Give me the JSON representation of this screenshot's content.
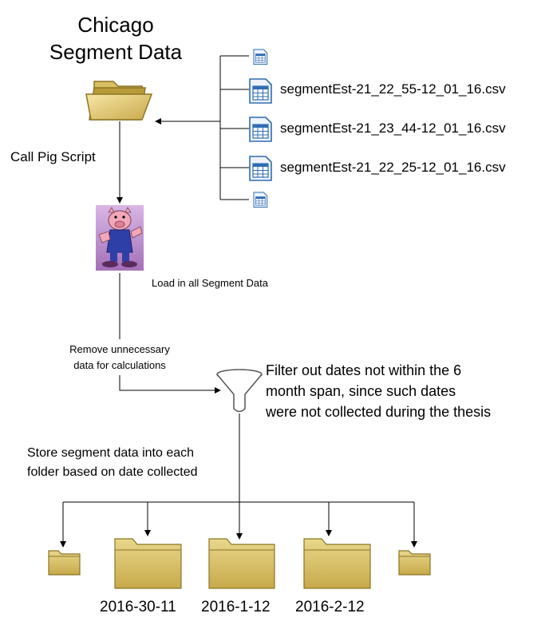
{
  "title": {
    "line1": "Chicago",
    "line2": "Segment Data"
  },
  "files": [
    "segmentEst-21_22_55-12_01_16.csv",
    "segmentEst-21_23_44-12_01_16.csv",
    "segmentEst-21_22_25-12_01_16.csv"
  ],
  "labels": {
    "call_pig": "Call Pig Script",
    "load_all": "Load in all Segment Data",
    "remove_line1": "Remove unnecessary",
    "remove_line2": "data for calculations",
    "filter_line1": "Filter out dates not within the 6",
    "filter_line2": "month span, since such dates",
    "filter_line3": "were not collected during the thesis",
    "store_line1": "Store segment data into each",
    "store_line2": "folder based on date collected"
  },
  "dates": [
    "2016-30-11",
    "2016-1-12",
    "2016-2-12"
  ],
  "colors": {
    "line": "#000000",
    "folder_fill": "#dcc56e",
    "folder_dark": "#a98d2c",
    "csv_blue": "#2f6db3"
  },
  "icons": [
    "folder-icon",
    "csv-file-icon",
    "pig-logo-icon",
    "filter-funnel-icon"
  ]
}
